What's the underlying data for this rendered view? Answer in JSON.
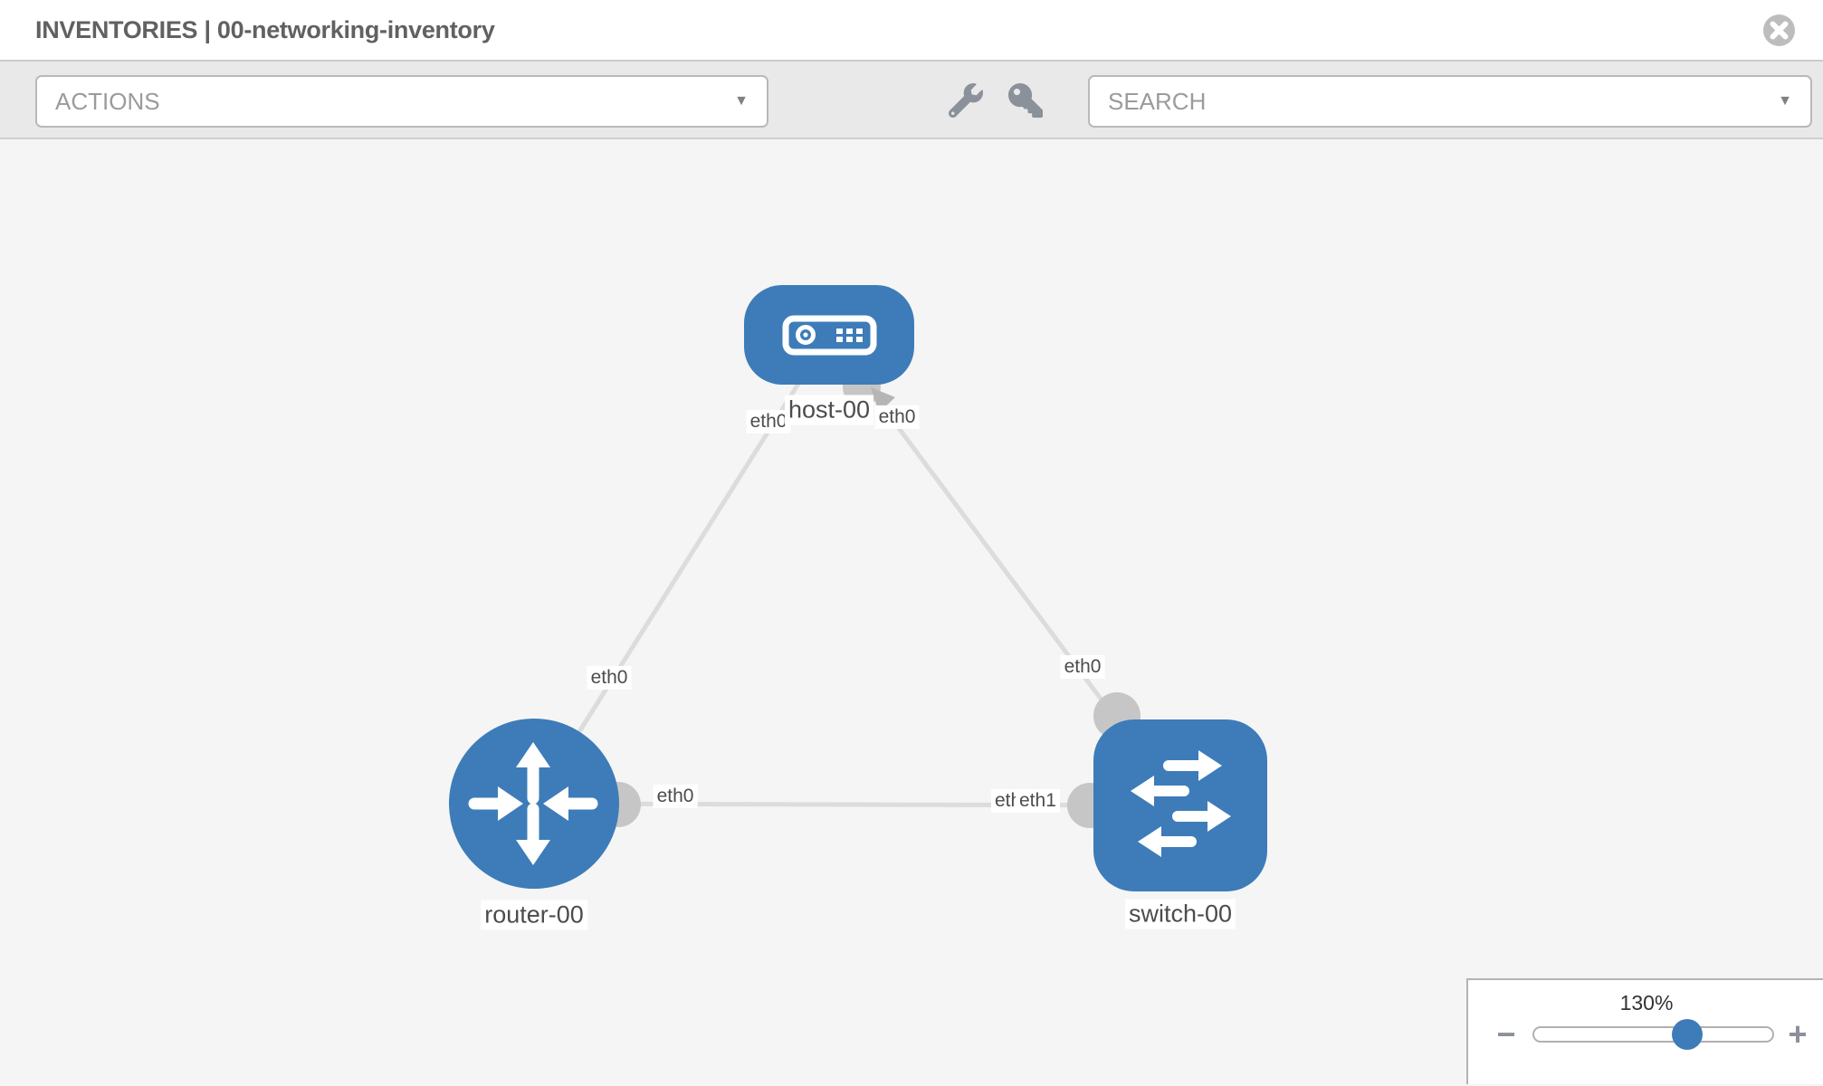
{
  "header": {
    "title": "INVENTORIES | 00-networking-inventory"
  },
  "toolbar": {
    "actions_label": "ACTIONS",
    "search_label": "SEARCH",
    "caret": "▼"
  },
  "canvas": {
    "nodes": [
      {
        "label": "host-00",
        "type": "host"
      },
      {
        "label": "router-00",
        "type": "router"
      },
      {
        "label": "switch-00",
        "type": "switch"
      }
    ],
    "links": [
      {
        "from": "host-00",
        "to": "router-00",
        "from_if": "eth0",
        "to_if": "eth0"
      },
      {
        "from": "host-00",
        "to": "switch-00",
        "from_if": "eth0",
        "to_if": "eth0"
      },
      {
        "from": "router-00",
        "to": "switch-00",
        "from_if": "eth0",
        "to_if": "eth1"
      }
    ],
    "iface_labels": [
      "eth0",
      "eth0",
      "eth0",
      "eth0",
      "eth0",
      "eth0",
      "eth1"
    ]
  },
  "zoom": {
    "level": "130%",
    "minus": "−",
    "plus": "+"
  },
  "colors": {
    "node_blue": "#3d7cb8",
    "link_gray": "#dcdcdc",
    "connector_gray": "#c6c6c6",
    "icon_gray": "#8b919b"
  }
}
